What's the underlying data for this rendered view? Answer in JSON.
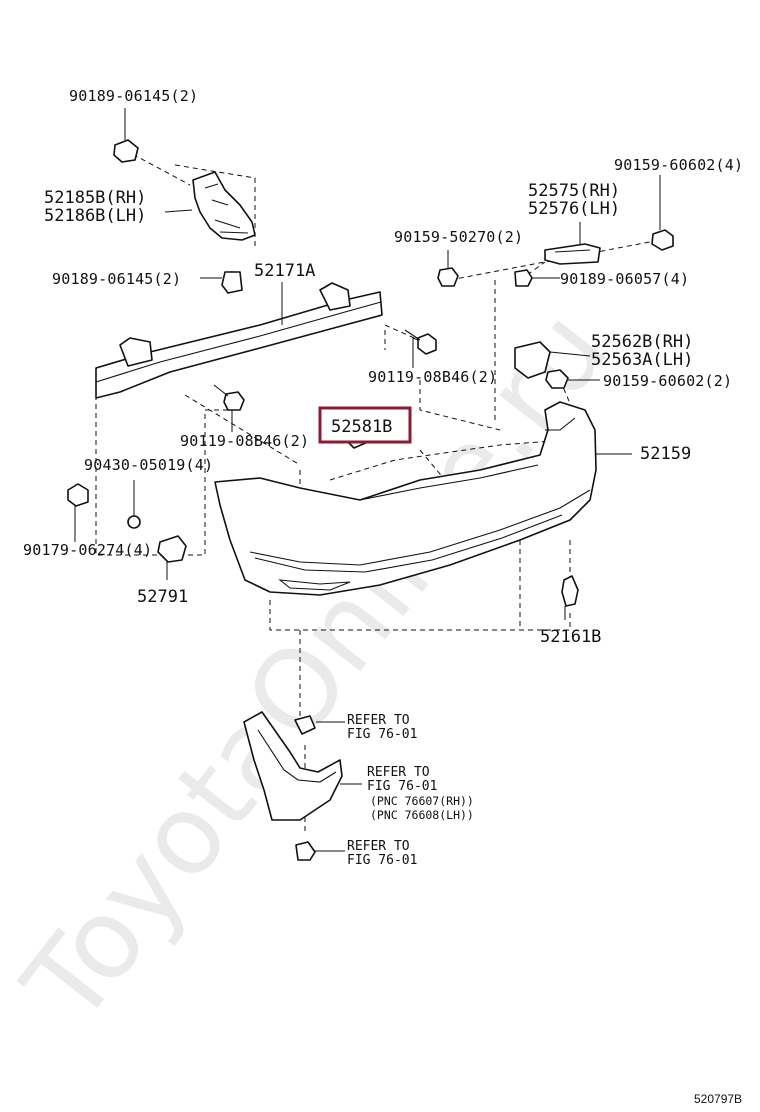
{
  "watermark": "ToyotaOnline.ru",
  "figure_code": "520797B",
  "highlight_color": "#8b1a33",
  "labels": {
    "p90189_top": "90189-06145(2)",
    "p52185": "52185B(RH)",
    "p52186": "52186B(LH)",
    "p90189_mid": "90189-06145(2)",
    "p52171": "52171A",
    "p90119_right": "90119-08B46(2)",
    "p90119_left": "90119-08B46(2)",
    "p90430": "90430-05019(4)",
    "p90179": "90179-06274(4)",
    "p52791": "52791",
    "p52581": "52581B",
    "p52575": "52575(RH)",
    "p52576": "52576(LH)",
    "p90159_top": "90159-60602(4)",
    "p90159_50270": "90159-50270(2)",
    "p90189_06057": "90189-06057(4)",
    "p52562": "52562B(RH)",
    "p52563": "52563A(LH)",
    "p90159_mid": "90159-60602(2)",
    "p52159": "52159",
    "p52161": "52161B",
    "ref1_a": "REFER TO",
    "ref1_b": "FIG 76-01",
    "ref2_a": "REFER TO",
    "ref2_b": "FIG 76-01",
    "ref2_c": "(PNC 76607(RH))",
    "ref2_d": "(PNC 76608(LH))",
    "ref3_a": "REFER TO",
    "ref3_b": "FIG 76-01"
  }
}
